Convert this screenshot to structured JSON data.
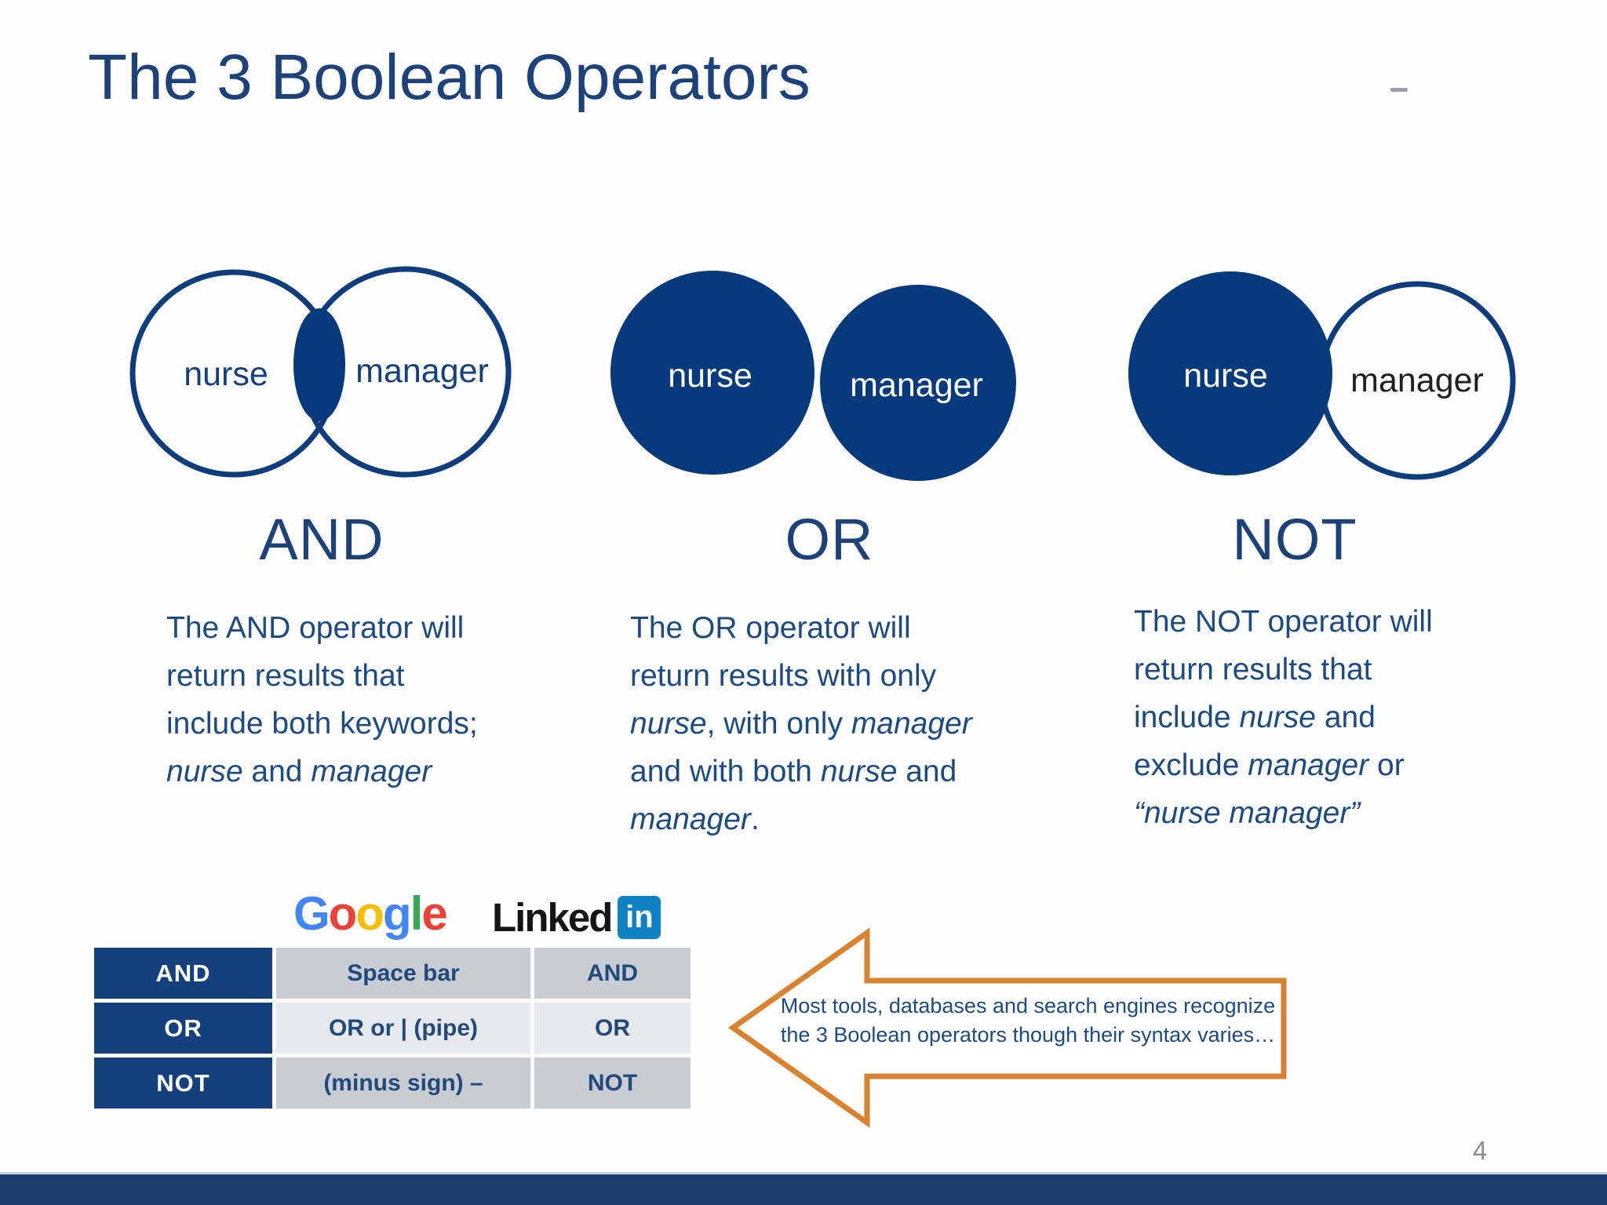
{
  "slide": {
    "title": "The 3 Boolean Operators",
    "page_number": "4"
  },
  "colors": {
    "navy": "#07397d",
    "stroke": "#0d3d7d",
    "heading": "#1d4179",
    "text": "#1c4a82",
    "tableNavy": "#14417e",
    "cellText": "#21497b",
    "gray1": "#c8ccd3",
    "gray2": "#e7e9ed",
    "orange": "#d9822f",
    "footer": "#1d3b6d",
    "pageGray": "#8b8b93",
    "liBlue": "#0e82c3"
  },
  "diagrams": [
    {
      "heading": "AND",
      "left_label": "nurse",
      "right_label": "manager"
    },
    {
      "heading": "OR",
      "left_label": "nurse",
      "right_label": "manager"
    },
    {
      "heading": "NOT",
      "left_label": "nurse",
      "right_label": "manager"
    }
  ],
  "descriptions": {
    "and": [
      [
        {
          "t": "The AND operator will"
        }
      ],
      [
        {
          "t": "return results that"
        }
      ],
      [
        {
          "t": "include both keywords;"
        }
      ],
      [
        {
          "t": "nurse",
          "i": true
        },
        {
          "t": " and "
        },
        {
          "t": "manager",
          "i": true
        }
      ]
    ],
    "or": [
      [
        {
          "t": "The OR operator will"
        }
      ],
      [
        {
          "t": "return results with only"
        }
      ],
      [
        {
          "t": "nurse",
          "i": true
        },
        {
          "t": ", with only "
        },
        {
          "t": "manager",
          "i": true
        }
      ],
      [
        {
          "t": "and with both "
        },
        {
          "t": "nurse",
          "i": true
        },
        {
          "t": " and"
        }
      ],
      [
        {
          "t": "manager",
          "i": true
        },
        {
          "t": "."
        }
      ]
    ],
    "not": [
      [
        {
          "t": "The NOT operator will"
        }
      ],
      [
        {
          "t": "return results that"
        }
      ],
      [
        {
          "t": "include "
        },
        {
          "t": "nurse",
          "i": true
        },
        {
          "t": " and"
        }
      ],
      [
        {
          "t": "exclude "
        },
        {
          "t": "manager",
          "i": true
        },
        {
          "t": " or"
        }
      ],
      [
        {
          "t": "“nurse manager”",
          "i": true
        }
      ]
    ]
  },
  "logos": {
    "google": {
      "letters": [
        {
          "ch": "G",
          "color": "#4285F4"
        },
        {
          "ch": "o",
          "color": "#EA4335"
        },
        {
          "ch": "o",
          "color": "#FBBC05"
        },
        {
          "ch": "g",
          "color": "#4285F4"
        },
        {
          "ch": "l",
          "color": "#34A853"
        },
        {
          "ch": "e",
          "color": "#EA4335"
        }
      ]
    },
    "linkedin": {
      "word": "Linked",
      "badge": "in",
      "badge_color": "#0e82c3"
    }
  },
  "table": {
    "rows": [
      {
        "op": "AND",
        "google": "Space bar",
        "linkedin": "AND"
      },
      {
        "op": "OR",
        "google": "OR or | (pipe)",
        "linkedin": "OR"
      },
      {
        "op": "NOT",
        "google": "(minus sign) –",
        "linkedin": "NOT"
      }
    ]
  },
  "arrow": {
    "lines": [
      "Most tools, databases and search engines recognize",
      "the 3 Boolean operators though their syntax varies…"
    ]
  }
}
